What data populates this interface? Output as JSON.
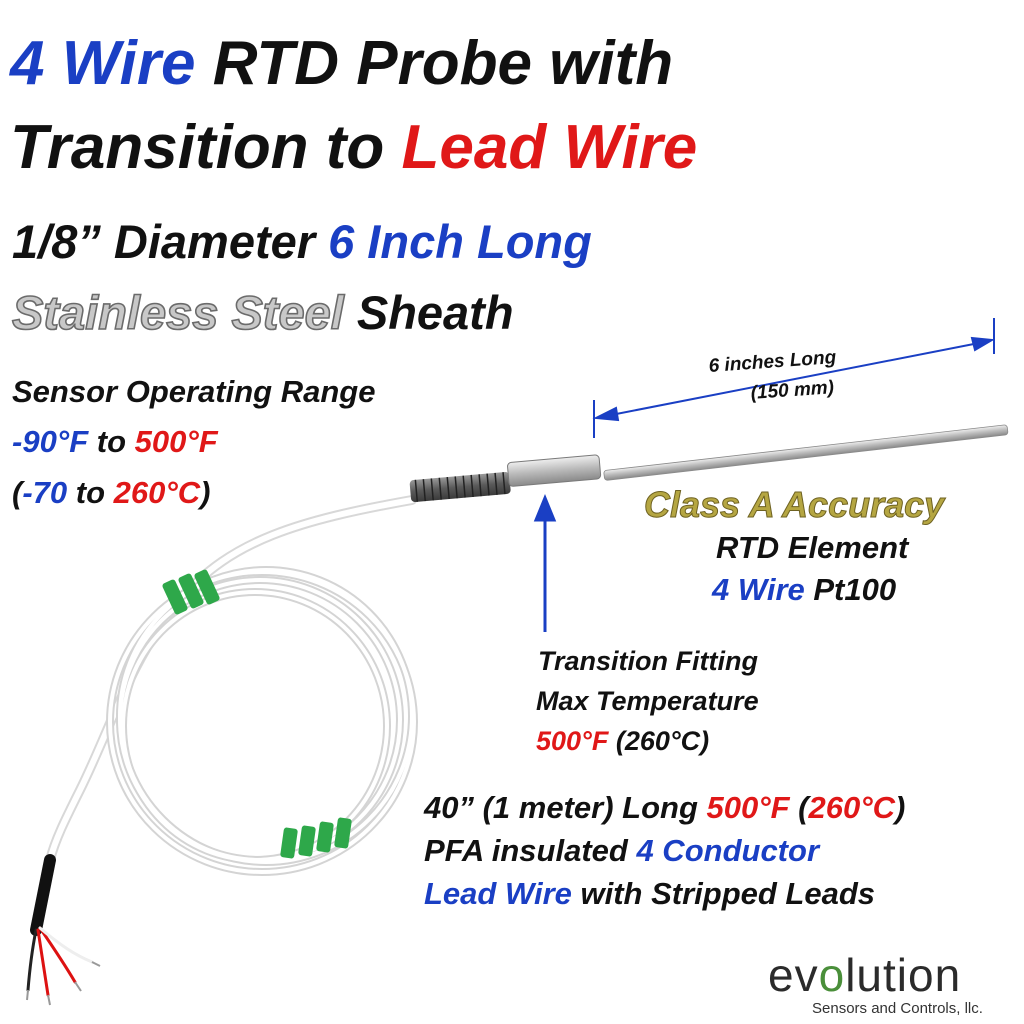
{
  "title": {
    "line1": {
      "blue": "4 Wire",
      "black": " RTD Probe with"
    },
    "line2": {
      "black": "Transition to ",
      "red": "Lead Wire"
    }
  },
  "subtitle": {
    "line1": {
      "black": "1/8” Diameter ",
      "blue": "6 Inch Long"
    },
    "line2": {
      "silver": "Stainless Steel",
      "black": " Sheath"
    }
  },
  "range": {
    "title": "Sensor Operating Range",
    "f_low": "-90°F",
    "f_to": " to ",
    "f_high": "500°F",
    "c_open": "(",
    "c_low": "-70",
    "c_to": " to ",
    "c_high": "260°C",
    "c_close": ")"
  },
  "accuracy": {
    "class": "Class A Accuracy",
    "element": "RTD Element",
    "wire_blue": "4 Wire",
    "wire_type": " Pt100"
  },
  "dimension": {
    "line1": "6 inches Long",
    "line2": "(150 mm)"
  },
  "transition": {
    "line1": "Transition Fitting",
    "line2": "Max Temperature",
    "temp_f": "500°F",
    "temp_c": " (260°C)"
  },
  "leadwire": {
    "l1_a": "40” (1 meter) Long ",
    "l1_f": "500°F",
    "l1_b": " (",
    "l1_c": "260°C",
    "l1_d": ")",
    "l2_a": "PFA insulated ",
    "l2_b": "4 Conductor",
    "l3_a": "Lead Wire",
    "l3_b": " with Stripped Leads"
  },
  "logo": {
    "pre": "ev",
    "o": "o",
    "post": "lution",
    "tagline": "Sensors and Controls, llc."
  },
  "colors": {
    "blue": "#1a3fc4",
    "red": "#e01818",
    "gold": "#b5a642",
    "green_band": "#2ea84a"
  }
}
